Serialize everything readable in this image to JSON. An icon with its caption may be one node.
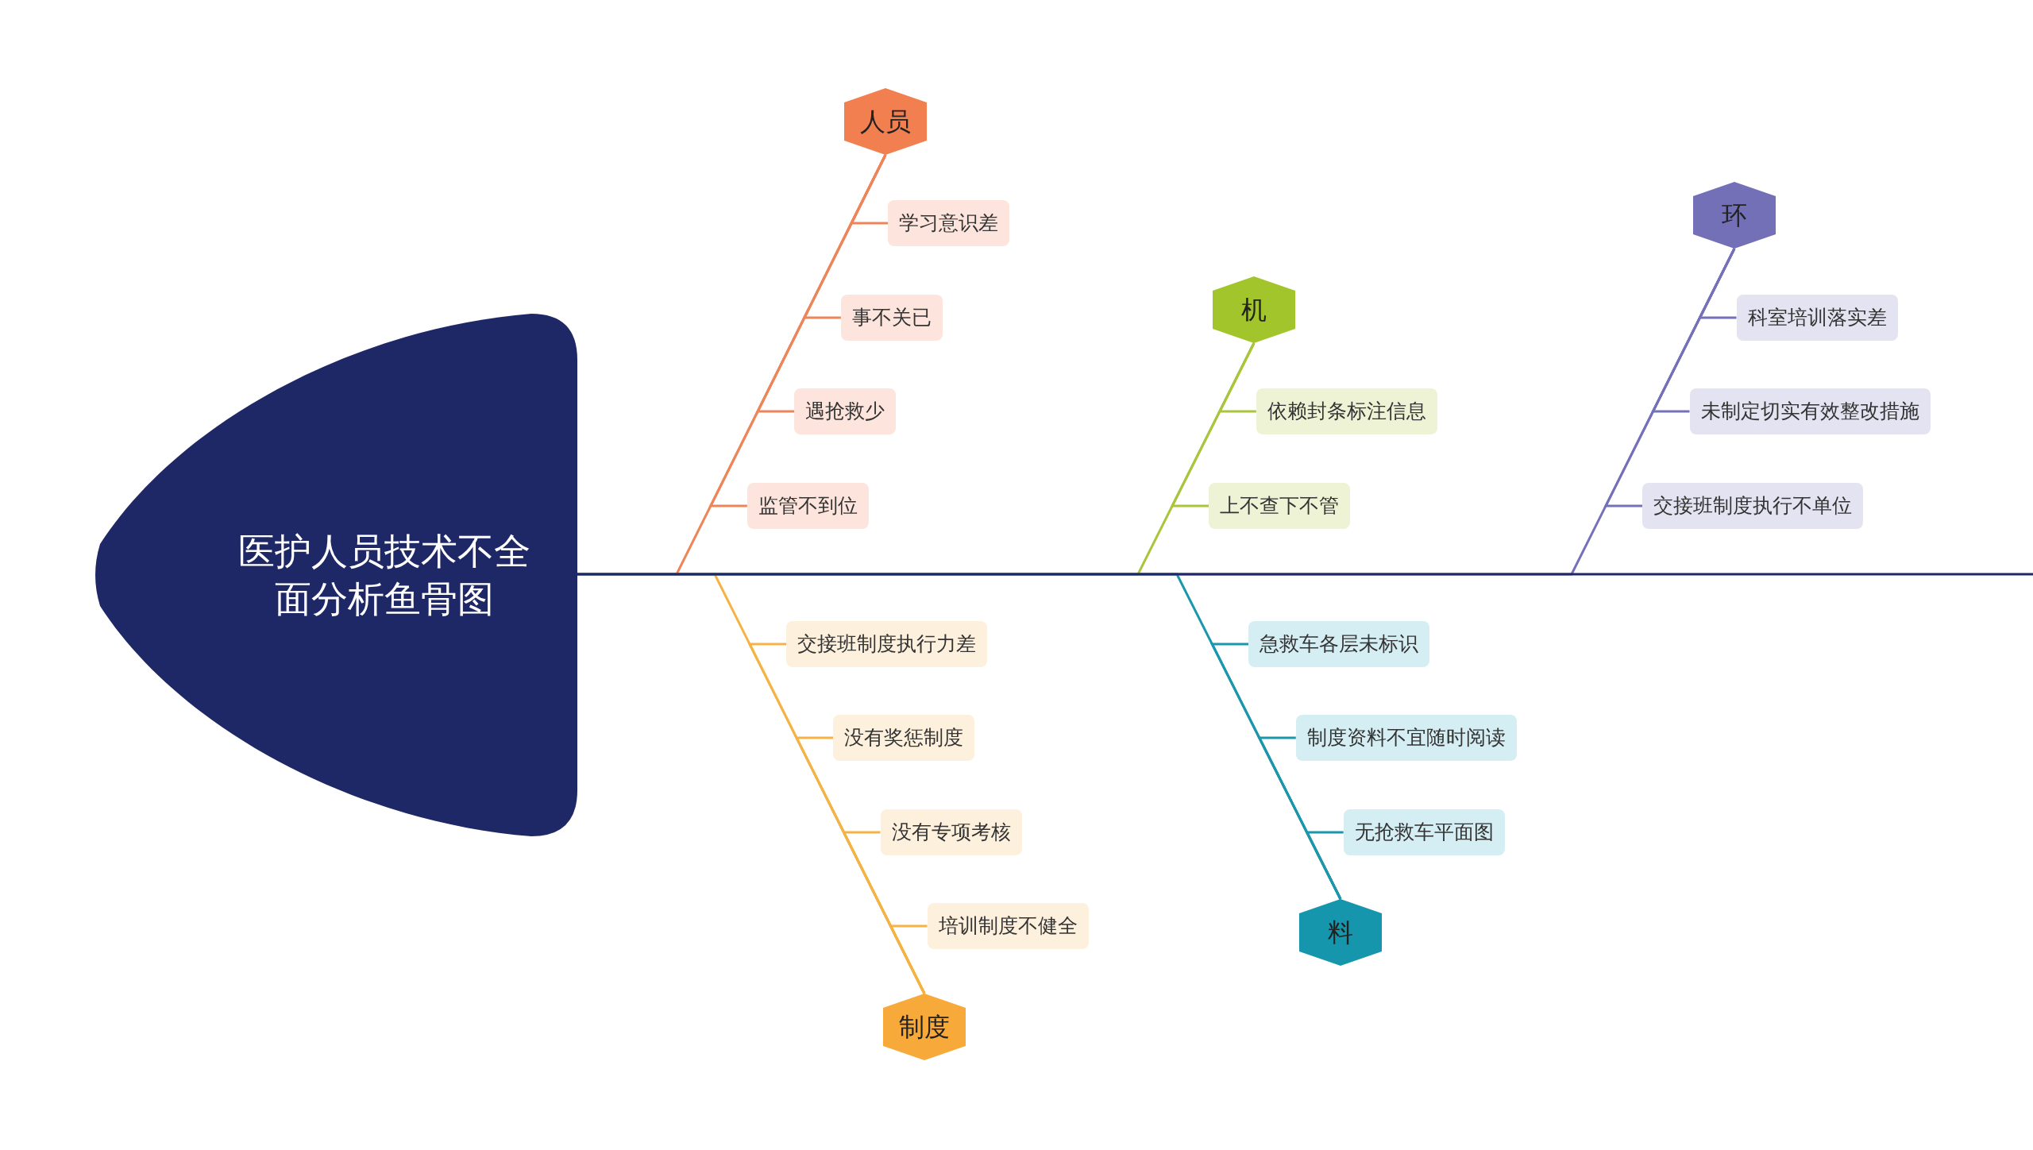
{
  "diagram": {
    "nodes": [
      {
        "text": [
          "医护人员技术不全面分析鱼骨图"
        ]
      },
      {
        "text": [
          "人员"
        ]
      },
      {
        "text": [
          "学习意识差"
        ]
      },
      {
        "text": [
          "事不关已"
        ]
      },
      {
        "text": [
          "遇抢救少"
        ]
      },
      {
        "text": [
          "监管不到位"
        ]
      },
      {
        "text": [
          "制度"
        ]
      },
      {
        "text": [
          "交接班制度执行力差"
        ]
      },
      {
        "text": [
          "没有奖惩制度"
        ]
      },
      {
        "text": [
          "没有专项考核"
        ]
      },
      {
        "text": [
          "培训制度不健全"
        ]
      },
      {
        "text": [
          "机"
        ]
      },
      {
        "text": [
          "依赖封条标注信息"
        ]
      },
      {
        "text": [
          "上不查下不管"
        ]
      },
      {
        "text": [
          "料"
        ]
      },
      {
        "text": [
          "急救车各层未标识"
        ]
      },
      {
        "text": [
          "制度资料不宜随时阅读"
        ]
      },
      {
        "text": [
          "无抢救车平面图"
        ]
      },
      {
        "text": [
          "环"
        ]
      },
      {
        "text": [
          "科室培训落实差"
        ]
      },
      {
        "text": [
          "未制定切实有效整改措施"
        ]
      },
      {
        "text": [
          "交接班制度执行不单位"
        ]
      }
    ],
    "edges": [
      {
        "from": 1,
        "to": 0,
        "arrow": "none",
        "color": "#ee8559"
      },
      {
        "from": 1,
        "to": 2,
        "arrow": "none",
        "color": "#ee8559"
      },
      {
        "from": 1,
        "to": 3,
        "arrow": "none",
        "color": "#ee8559"
      },
      {
        "from": 1,
        "to": 4,
        "arrow": "none",
        "color": "#ee8559"
      },
      {
        "from": 1,
        "to": 5,
        "arrow": "none",
        "color": "#ee8559"
      },
      {
        "from": 6,
        "to": 0,
        "arrow": "none",
        "color": "#f4b344"
      },
      {
        "from": 6,
        "to": 7,
        "arrow": "none",
        "color": "#f4b344"
      },
      {
        "from": 6,
        "to": 8,
        "arrow": "none",
        "color": "#f4b344"
      },
      {
        "from": 6,
        "to": 9,
        "arrow": "none",
        "color": "#f4b344"
      },
      {
        "from": 6,
        "to": 10,
        "arrow": "none",
        "color": "#f4b344"
      },
      {
        "from": 11,
        "to": 0,
        "arrow": "none",
        "color": "#a9c63a"
      },
      {
        "from": 11,
        "to": 12,
        "arrow": "none",
        "color": "#a9c63a"
      },
      {
        "from": 11,
        "to": 13,
        "arrow": "none",
        "color": "#a9c63a"
      },
      {
        "from": 14,
        "to": 0,
        "arrow": "none",
        "color": "#1a97ab"
      },
      {
        "from": 14,
        "to": 15,
        "arrow": "none",
        "color": "#1a97ab"
      },
      {
        "from": 14,
        "to": 16,
        "arrow": "none",
        "color": "#1a97ab"
      },
      {
        "from": 14,
        "to": 17,
        "arrow": "none",
        "color": "#1a97ab"
      },
      {
        "from": 18,
        "to": 0,
        "arrow": "none",
        "color": "#7571b9"
      },
      {
        "from": 18,
        "to": 19,
        "arrow": "none",
        "color": "#7571b9"
      },
      {
        "from": 18,
        "to": 20,
        "arrow": "none",
        "color": "#7571b9"
      },
      {
        "from": 18,
        "to": 21,
        "arrow": "none",
        "color": "#7571b9"
      }
    ]
  }
}
